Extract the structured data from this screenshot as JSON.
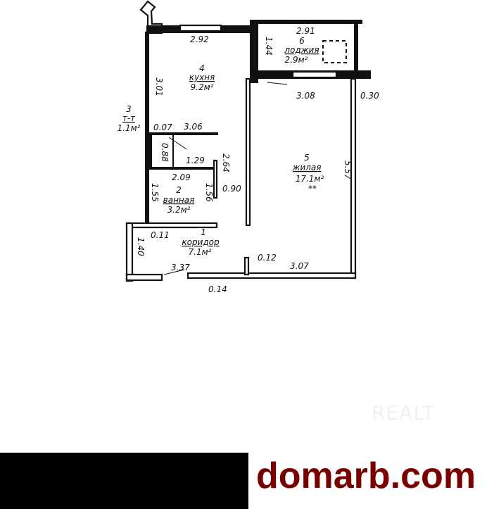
{
  "rooms": [
    {
      "number": "1",
      "name": "коридор",
      "area": "7.1м²"
    },
    {
      "number": "2",
      "name": "ванная",
      "area": "3.2м²"
    },
    {
      "number": "3",
      "name": "т-т",
      "area": "1.1м²"
    },
    {
      "number": "4",
      "name": "кухня",
      "area": "9.2м²"
    },
    {
      "number": "5",
      "name": "жилая",
      "area": "17.1м²",
      "note": "**"
    },
    {
      "number": "6",
      "name": "лоджия",
      "area": "2.9м²"
    }
  ],
  "dimensions": {
    "d292": "2.92",
    "d291": "2.91",
    "d144": "1.44",
    "d301": "3.01",
    "d308": "3.08",
    "d030": "0.30",
    "d007": "0.07",
    "d306": "3.06",
    "d088": "0.88",
    "d129": "1.29",
    "d264": "2.64",
    "d209": "2.09",
    "d155": "1.55",
    "d156": "1.56",
    "d090": "0.90",
    "d557": "5.57",
    "d011": "0.11",
    "d140": "1.40",
    "d337": "3.37",
    "d014": "0.14",
    "d012": "0.12",
    "d307": "3.07"
  },
  "watermark": "REALT",
  "brand": "domarb.com",
  "colors": {
    "brand": "#7a0000",
    "bar": "#000000"
  }
}
